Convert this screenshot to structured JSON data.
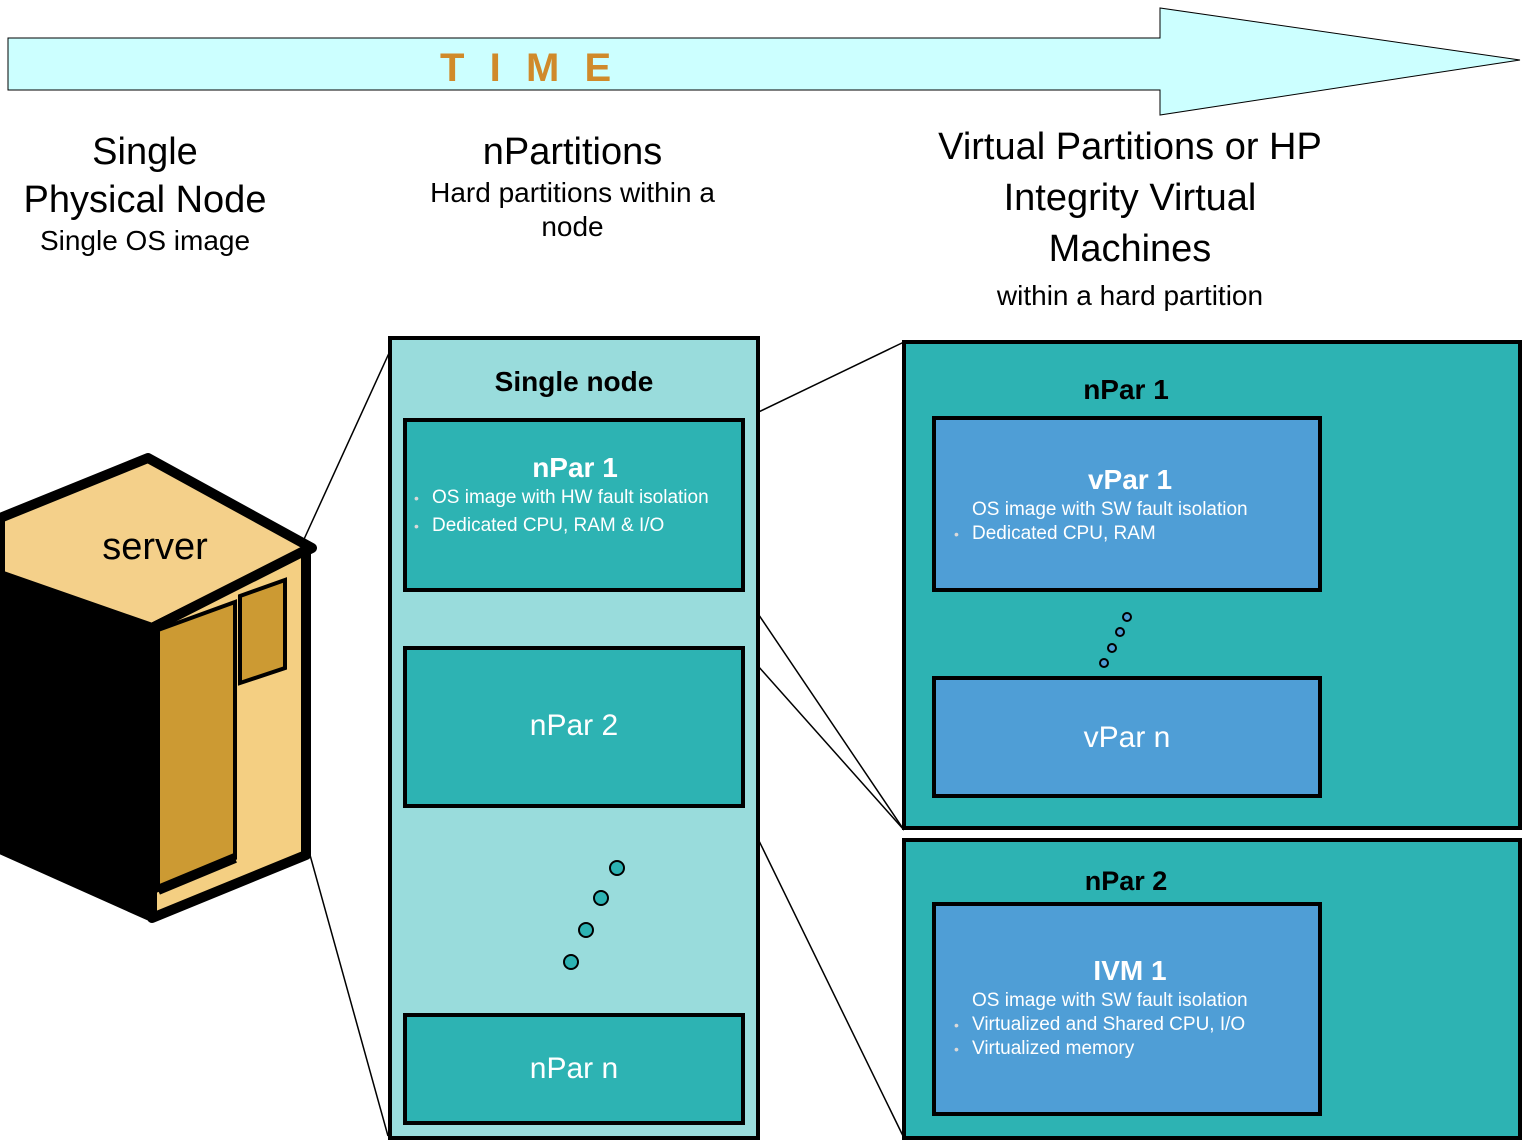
{
  "timeline": {
    "label": "T  I  M  E"
  },
  "column1": {
    "title": "Single Physical Node",
    "subtitle": "Single OS image"
  },
  "column2": {
    "title": "nPartitions",
    "subtitle": "Hard partitions within a node"
  },
  "column3": {
    "title": "Virtual Partitions or HP Integrity Virtual Machines",
    "subtitle": "within a hard partition"
  },
  "server": {
    "label": "server"
  },
  "single_node": {
    "title": "Single node",
    "npar1": {
      "title": "nPar 1",
      "bullets": [
        "OS image with HW fault isolation",
        "Dedicated CPU, RAM & I/O"
      ]
    },
    "npar2": {
      "label": "nPar 2"
    },
    "nparn": {
      "label": "nPar n"
    }
  },
  "npar1_detail": {
    "title": "nPar 1",
    "vpar1": {
      "title": "vPar 1",
      "line": "OS image with SW fault isolation",
      "bullets": [
        "Dedicated CPU, RAM"
      ]
    },
    "vparn": {
      "label": "vPar n"
    }
  },
  "npar2_detail": {
    "title": "nPar 2",
    "ivm1": {
      "title": "IVM 1",
      "line": "OS image with SW fault isolation",
      "bullets": [
        "Virtualized and Shared CPU, I/O",
        "Virtualized memory"
      ]
    }
  },
  "colors": {
    "arrow_fill": "#ccffff",
    "time_text": "#d08a2a",
    "node_fill": "#99dcdc",
    "npar_fill": "#2db3b3",
    "vpar_fill": "#4f9ed6",
    "server_top": "#f4d08a",
    "server_front": "#f4cf82",
    "server_panel": "#cc9a33"
  }
}
